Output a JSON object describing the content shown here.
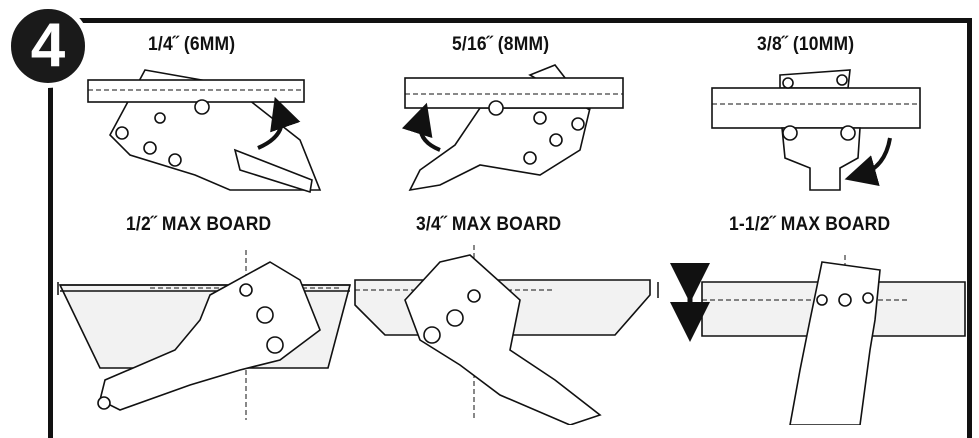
{
  "step": {
    "number": "4"
  },
  "sizes": [
    {
      "label": "1/4˝ (6MM)"
    },
    {
      "label": "5/16˝ (8MM)"
    },
    {
      "label": "3/8˝ (10MM)"
    }
  ],
  "boards": [
    {
      "label": "1/2˝ MAX BOARD"
    },
    {
      "label": "3/4˝ MAX BOARD"
    },
    {
      "label": "1-1/2˝ MAX BOARD"
    }
  ],
  "colors": {
    "ink": "#111111",
    "paper": "#ffffff",
    "board": "#f2f2f2"
  }
}
